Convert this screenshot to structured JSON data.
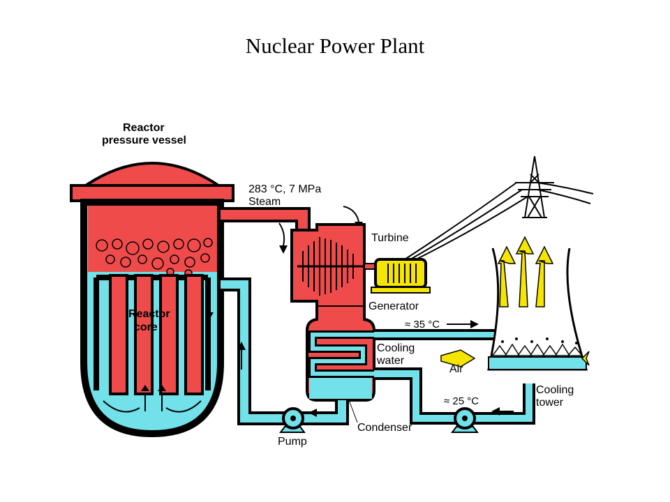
{
  "title": "Nuclear Power Plant",
  "labels": {
    "reactor_vessel_1": "Reactor",
    "reactor_vessel_2": "pressure vessel",
    "steam_conditions": "283 °C, 7 MPa",
    "steam": "Steam",
    "turbine": "Turbine",
    "generator": "Generator",
    "reactor_core_1": "Reactor",
    "reactor_core_2": "core",
    "temp_hot": "≈ 35 °C",
    "cooling_water_1": "Cooling",
    "cooling_water_2": "water",
    "air": "Air",
    "cooling_tower_1": "Cooling",
    "cooling_tower_2": "tower",
    "temp_cold": "≈ 25 °C",
    "condenser": "Condenser",
    "pump": "Pump"
  },
  "colors": {
    "hot": "#ef4b4b",
    "cold": "#72e1ea",
    "steam_plume": "#f5e500",
    "outline": "#000000"
  }
}
